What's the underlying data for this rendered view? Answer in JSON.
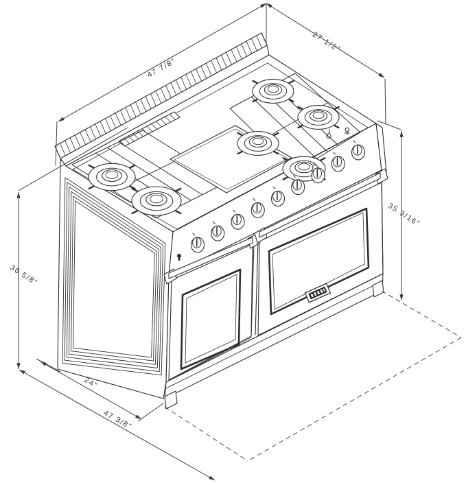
{
  "drawing": {
    "title": "48-inch dual-oven gas range — isometric dimension drawing",
    "stroke_color": "#2e2e2e",
    "dim_color": "#3a3a3a",
    "background": "#ffffff",
    "labels": {
      "top_width": "47 7/8\"",
      "top_depth": "27 1/2\"",
      "left_height": "36 5/8\"",
      "right_height": "35 9/16\"",
      "bottom_depth": "24\"",
      "bottom_width": "47 3/8\""
    },
    "features": {
      "burners": 6,
      "control_knobs": 9,
      "oven_doors": 2,
      "griddle": true,
      "floor_projection": "dashed"
    }
  }
}
